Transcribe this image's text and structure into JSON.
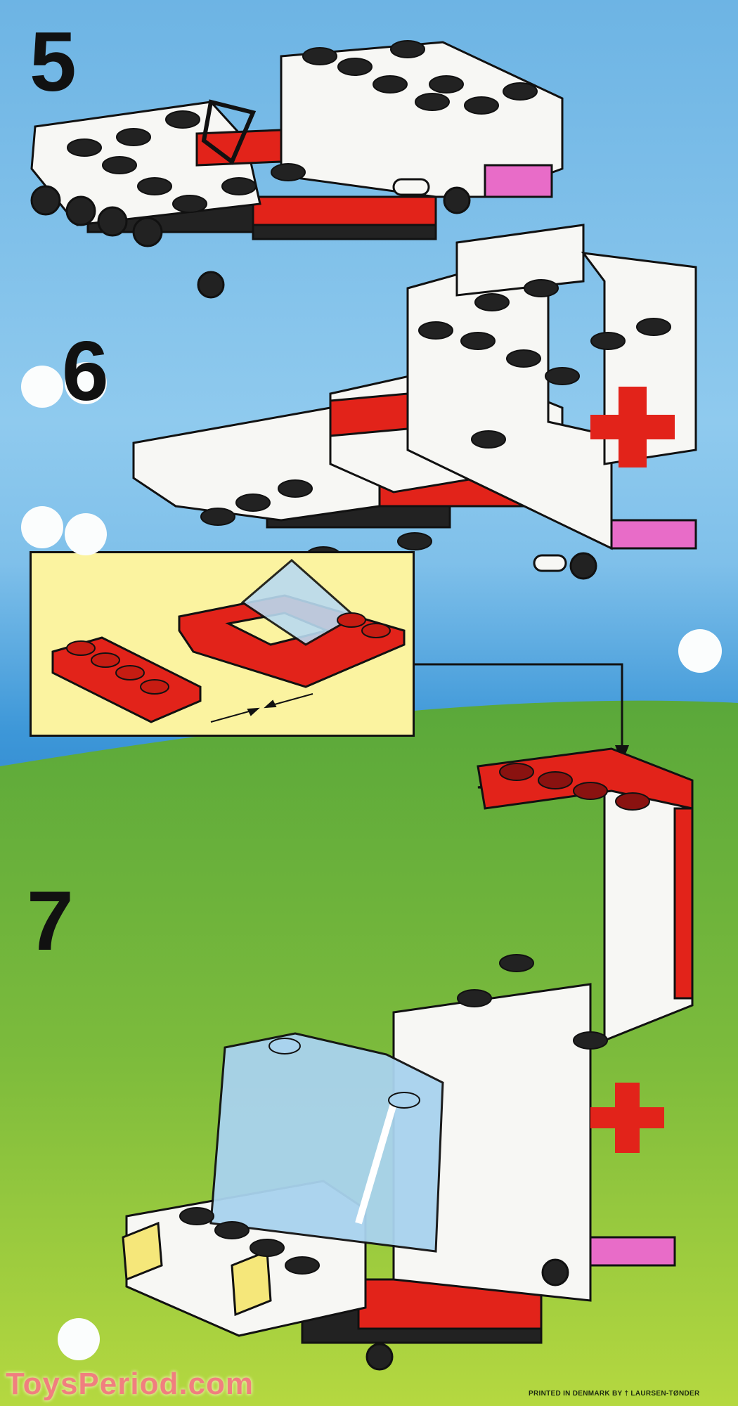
{
  "steps": [
    {
      "number": "5"
    },
    {
      "number": "6"
    },
    {
      "number": "7"
    }
  ],
  "watermark": "ToysPeriod.com",
  "footer": {
    "printed_text": "PRINTED IN DENMARK BY",
    "logo_glyph": "†",
    "printer": "LAURSEN-TØNDER"
  },
  "colors": {
    "sky": "#7fc0ea",
    "grass": "#7fbf3a",
    "inset": "#fbf3a0",
    "brick_red": "#e2231a",
    "brick_white": "#f7f7f4",
    "pink": "#e86cc8",
    "window_blue": "#a9d3ee"
  }
}
